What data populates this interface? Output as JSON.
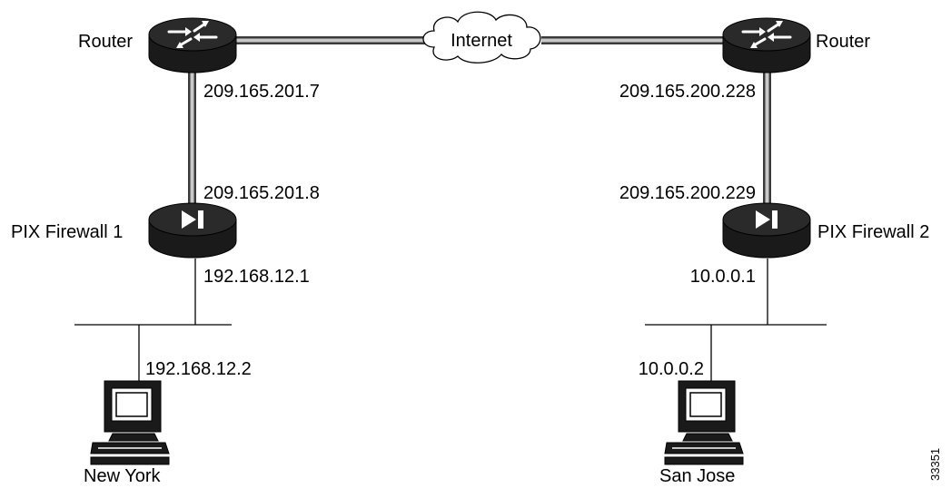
{
  "figure_id": "33351",
  "colors": {
    "device": "#1a1a1a",
    "device_top": "#2a2a2a",
    "trunk_dark": "#3a3a3a",
    "trunk_light": "#c8c8c8",
    "line": "#000000"
  },
  "internet": {
    "label": "Internet",
    "icon": "cloud-icon"
  },
  "new_york": {
    "router": {
      "label": "Router",
      "icon": "router-icon",
      "ip": "209.165.201.7"
    },
    "firewall": {
      "label": "PIX Firewall 1",
      "icon": "firewall-icon",
      "outside_ip": "209.165.201.8",
      "inside_ip": "192.168.12.1"
    },
    "host": {
      "label": "New York",
      "icon": "workstation-icon",
      "ip": "192.168.12.2"
    }
  },
  "san_jose": {
    "router": {
      "label": "Router",
      "icon": "router-icon",
      "ip": "209.165.200.228"
    },
    "firewall": {
      "label": "PIX Firewall 2",
      "icon": "firewall-icon",
      "outside_ip": "209.165.200.229",
      "inside_ip": "10.0.0.1"
    },
    "host": {
      "label": "San Jose",
      "icon": "workstation-icon",
      "ip": "10.0.0.2"
    }
  }
}
